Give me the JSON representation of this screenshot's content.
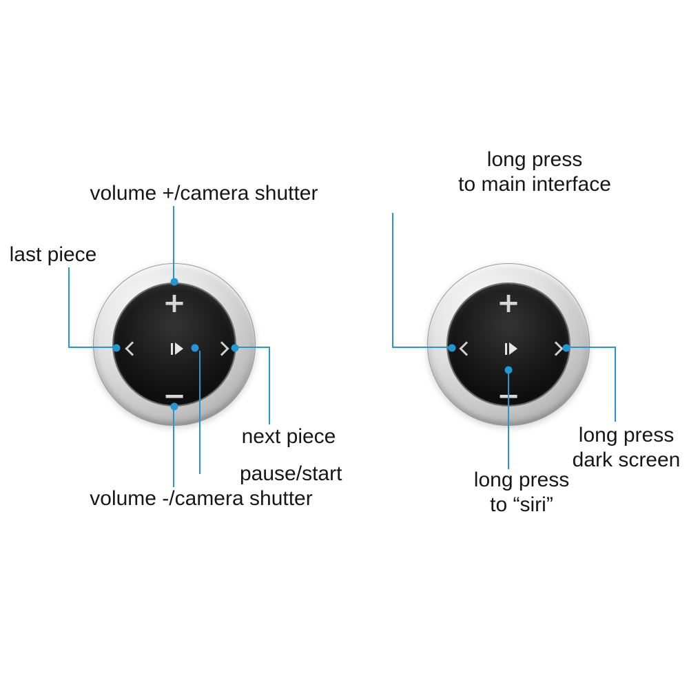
{
  "colors": {
    "accent": "#2397d3",
    "text": "#161616",
    "ring_silver": "#c9c9c9",
    "face_black": "#101010"
  },
  "remote_buttons": {
    "plus": "+",
    "minus": "−"
  },
  "icons": {
    "prev": "chevron-left",
    "next": "chevron-right",
    "play_pause": "bar-and-right-triangle",
    "callout_marker": "blue-dot"
  },
  "left_remote": {
    "label_volume_up": "volume +/camera shutter",
    "label_last": "last piece",
    "label_next": "next piece",
    "label_pause": "pause/start",
    "label_volume_down": "volume -/camera shutter"
  },
  "right_remote": {
    "label_main_1": "long press",
    "label_main_2": "to main interface",
    "label_dark_1": "long press",
    "label_dark_2": "dark screen",
    "label_siri_1": "long press",
    "label_siri_2": "to  “siri”"
  }
}
